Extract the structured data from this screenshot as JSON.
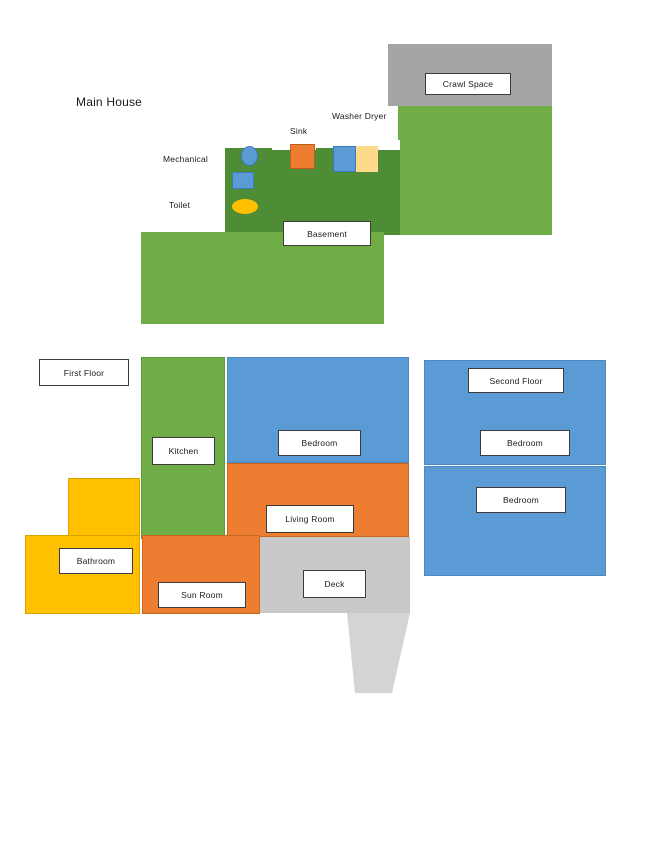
{
  "diagram": {
    "title": "Main House",
    "colors": {
      "basement_dark_green": "#4E8C35",
      "basement_light_green": "#70AD47",
      "crawl_gray": "#A5A5A5",
      "room_blue": "#5B9BD5",
      "room_orange": "#ED7D31",
      "room_green": "#70AD47",
      "room_yellow": "#FFC000",
      "deck_gray": "#C9C9C9",
      "fixture_orange": "#ED7D31",
      "fixture_blue": "#5B9BD5",
      "fixture_yellow_pale": "#FFD98C",
      "fixture_toilet_yellow": "#FFC000",
      "label_box_fill": "#FFFFFF",
      "label_box_border": "#3B3B3B",
      "text": "#1A1A1A"
    },
    "sections": {
      "basement": {
        "name": "basement-level",
        "callout_labels": [
          {
            "id": "crawl-space",
            "text": "Crawl Space"
          },
          {
            "id": "basement",
            "text": "Basement"
          }
        ],
        "floating_labels": [
          {
            "id": "mechanical",
            "text": "Mechanical"
          },
          {
            "id": "toilet",
            "text": "Toilet"
          },
          {
            "id": "sink",
            "text": "Sink"
          },
          {
            "id": "washer-dryer",
            "text": "Washer Dryer"
          }
        ],
        "fixtures": [
          {
            "id": "water-heater",
            "shape": "ellipse",
            "color": "#5B9BD5"
          },
          {
            "id": "furnace",
            "shape": "rect",
            "color": "#5B9BD5"
          },
          {
            "id": "toilet-fixture",
            "shape": "ellipse",
            "color": "#FFC000"
          },
          {
            "id": "sink-fixture",
            "shape": "rect",
            "color": "#ED7D31"
          },
          {
            "id": "washer-fixture",
            "shape": "rect",
            "color": "#5B9BD5"
          },
          {
            "id": "dryer-fixture",
            "shape": "rect",
            "color": "#FFD98C"
          }
        ]
      },
      "first_floor": {
        "name": "first-floor-level",
        "callout_labels": [
          {
            "id": "first-floor",
            "text": "First Floor"
          },
          {
            "id": "kitchen",
            "text": "Kitchen"
          },
          {
            "id": "bedroom",
            "text": "Bedroom"
          },
          {
            "id": "living-room",
            "text": "Living Room"
          },
          {
            "id": "bathroom",
            "text": "Bathroom"
          },
          {
            "id": "sun-room",
            "text": "Sun Room"
          },
          {
            "id": "deck",
            "text": "Deck"
          }
        ]
      },
      "second_floor": {
        "name": "second-floor-level",
        "callout_labels": [
          {
            "id": "second-floor",
            "text": "Second Floor"
          },
          {
            "id": "bedroom-upper",
            "text": "Bedroom"
          },
          {
            "id": "bedroom-lower",
            "text": "Bedroom"
          }
        ]
      }
    }
  }
}
